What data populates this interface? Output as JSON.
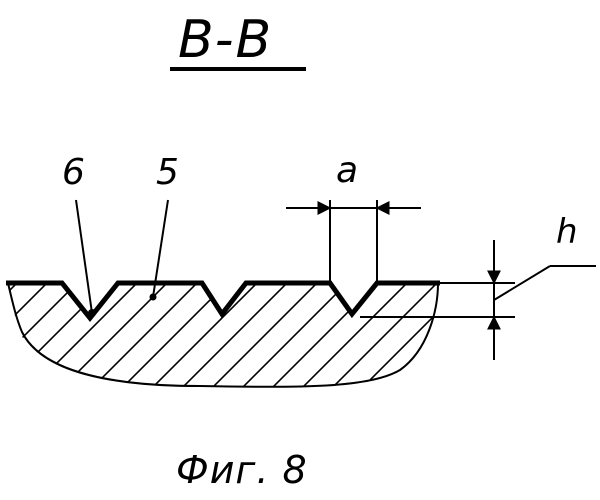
{
  "section_title": "B-B",
  "callouts": {
    "six": "6",
    "five": "5"
  },
  "dimensions": {
    "a": "a",
    "h": "h"
  },
  "figure_caption": "Фиг. 8"
}
